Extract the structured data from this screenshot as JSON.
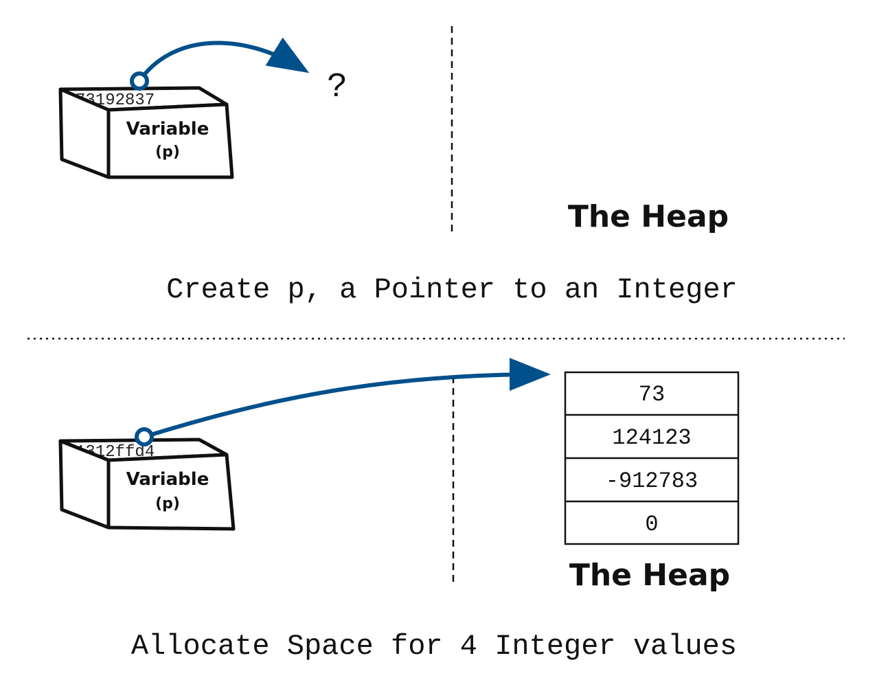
{
  "panels": [
    {
      "caption": "Create p, a Pointer to an Integer",
      "variable": {
        "address": "73192837",
        "label": "Variable",
        "sublabel": "(p)"
      },
      "pointer_target": "?",
      "heap_label": "The Heap",
      "heap_cells": []
    },
    {
      "caption": "Allocate Space for 4 Integer values",
      "variable": {
        "address": "1312ffd4",
        "label": "Variable",
        "sublabel": "(p)"
      },
      "pointer_target": "",
      "heap_label": "The Heap",
      "heap_cells": [
        "73",
        "124123",
        "-912783",
        "0"
      ]
    }
  ],
  "colors": {
    "arrow": "#00508c",
    "ink": "#111111"
  }
}
